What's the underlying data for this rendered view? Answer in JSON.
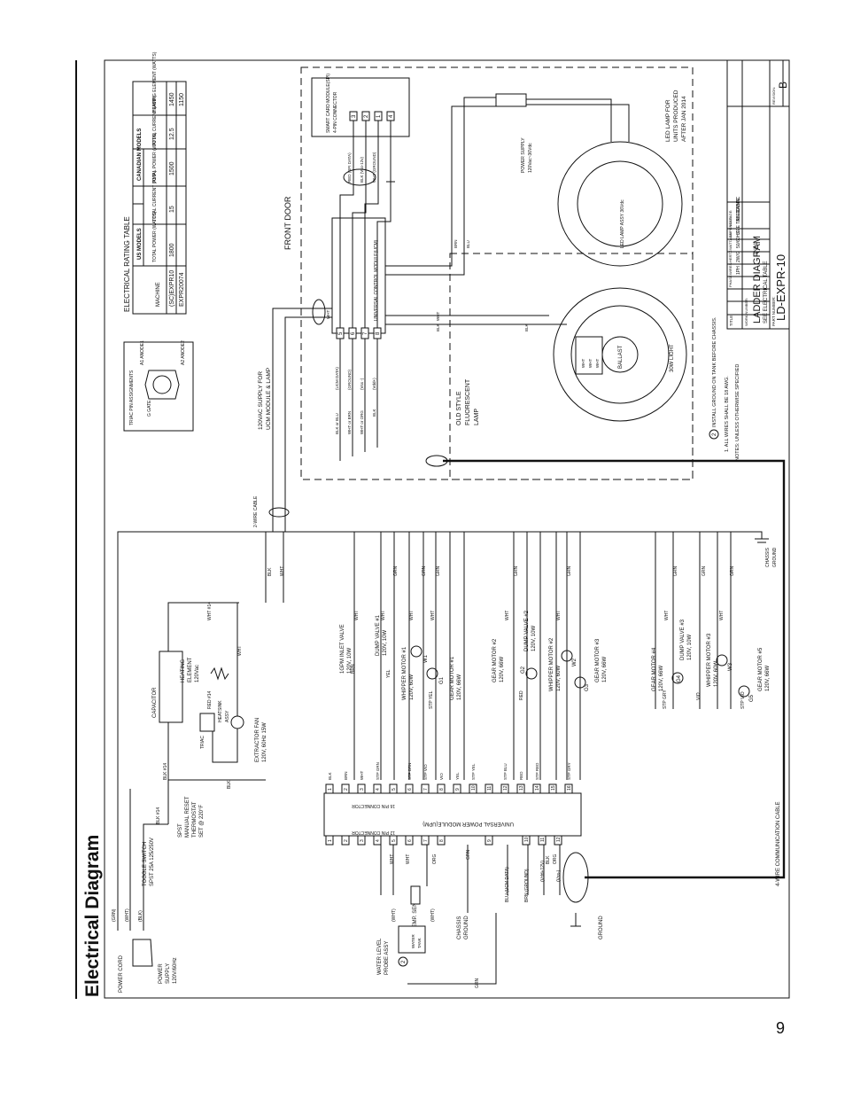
{
  "page": {
    "title": "Electrical Diagram",
    "number": "9"
  },
  "title_block": {
    "title_label": "TITLE:",
    "title": "LADDER DIAGRAM",
    "part_label": "PART NUMBER:",
    "part_number": "LD-EXPR-10",
    "rev_label": "REVISION:",
    "revision": "B",
    "status": "FINAL",
    "work_number_label": "WORK NUMBER:",
    "work_number": "SEE ELECTRICAL TABLE",
    "rows": [
      {
        "label": "VOLTAGE:",
        "value": "120VAC"
      },
      {
        "label": "AMPERAGE:",
        "value": "SEE TABLE"
      },
      {
        "label": "WATTAGE:",
        "value": "SEE TABLE"
      },
      {
        "label": "HERTZ:",
        "value": "50/60HZ"
      },
      {
        "label": "WIRES:",
        "value": "2W/G"
      },
      {
        "label": "PHASE:",
        "value": "1PH"
      }
    ]
  },
  "notes": {
    "header": "NOTES: UNLESS OTHERWISE SPECIFIED",
    "items": [
      "1.  ALL WIRES SHALL BE 18 AWG.",
      "INSTALL GROUND ON TANK BEFORE CHASSIS."
    ],
    "note2_num": "2"
  },
  "rating_table": {
    "title": "ELECTRICAL RATING TABLE",
    "us_header": "US MODELS",
    "ca_header": "CANADIAN MODELS",
    "columns": [
      "MACHINE",
      "TOTAL POWER (WATTS)",
      "TOTAL CURRENT (AMP.)",
      "TOTAL POWER (WATTS)",
      "TOTAL CURRENT (AMP.)",
      "HEATING ELEMENT (WATTS)"
    ],
    "rows": [
      [
        "(SC)EXPR10",
        "1800",
        "15",
        "1500",
        "12.5",
        "1450"
      ],
      [
        "EXPR20074",
        "",
        "",
        "",
        "",
        "1150"
      ]
    ]
  },
  "triac": {
    "title": "TRIAC PIN ASSIGNMENTS",
    "pins": [
      "A1 ANODE1",
      "A2 ANODE2",
      "G GATE"
    ]
  },
  "front_door": {
    "title": "FRONT  DOOR",
    "supply_note": [
      "120VAC  SUPPLY  FOR",
      "UCM  MODULE  &  LAMP"
    ],
    "ucm_label": "UNIVERSAL CONTROL MODULE(UCM)",
    "scm_label": [
      "SMART CARD MODULE(SPI)",
      "4-PIN CONNECTOR"
    ],
    "ucm_pins": [
      "5",
      "6",
      "7",
      "8"
    ],
    "scm_pins": [
      "3",
      "2",
      "1",
      "4"
    ],
    "ucm_wires": [
      "(UCM DATA)",
      "(GROUND)",
      "(Vss -)",
      "(Vdd+)"
    ],
    "ucm_colors": [
      "BLK or BLU",
      "WHT or BRN",
      "WHT or ORG",
      "BLK"
    ],
    "scm_wires": [
      "RED (SPI DATA)",
      "BLK (Vss-12v)",
      "WHT (GROUND)"
    ],
    "door_wires": [
      "WHT",
      "WHT",
      "BLK",
      "BLK",
      "BRN",
      "BLU"
    ],
    "old_lamp": [
      "OLD STYLE",
      "FLUORESCENT",
      "LAMP"
    ],
    "ballast": "BALLAST",
    "light_30w": "30W LIGHT",
    "led_assy": "LED  LAMP  ASSY  36Vdc",
    "power_supply": [
      "POWER   SUPPLY",
      "120Vac~36Vdc"
    ],
    "led_note": [
      "LED LAMP FOR",
      "UNITS PRODUCED",
      "AFTER JAN 2014"
    ]
  },
  "main": {
    "power_cord": "POWER CORD",
    "cord_wires": [
      "(GRN)",
      "(WHT)",
      "(BLK)"
    ],
    "power_supply": [
      "POWER",
      "SUPPLY",
      "120V/60Hz"
    ],
    "toggle_switch": [
      "TOGGLE SWITCH",
      "SPST 25A 125/250V"
    ],
    "spst": [
      "SPST",
      "MANUAL RESET",
      "THERMOSTAT",
      "SET @ 220°F"
    ],
    "blk14": [
      "BLK #14",
      "BLK #14"
    ],
    "capacitor": "CAPACITOR",
    "heating_element": [
      "HEATING",
      "ELEMENT",
      "120Vac"
    ],
    "red14": "RED #14",
    "heatsink": [
      "HEATSINK",
      "ASSY"
    ],
    "triac": "TRIAC",
    "extractor_fan": [
      "EXTRACTOR FAN",
      "120V, 60Hz 15W"
    ],
    "two_wire": "2-WIRE CABLE",
    "inlet_valve": [
      "1GPM INLET VALVE",
      "120V, 10W"
    ],
    "dump_valves": [
      [
        "DUMP VALVE #1",
        "120V, 10W"
      ],
      [
        "DUMP VALVE #2",
        "120V, 10W"
      ],
      [
        "DUMP VALVE #3",
        "120V, 10W"
      ]
    ],
    "whipper_motors": [
      [
        "WHIPPER MOTOR #1",
        "120V, 60W"
      ],
      [
        "WHIPPER MOTOR #2",
        "120V, 60W"
      ],
      [
        "WHIPPER MOTOR #3",
        "120V, 60W"
      ]
    ],
    "gear_motors": [
      [
        "GEAR MOTOR #1",
        "120V, 66W"
      ],
      [
        "GEAR MOTOR #2",
        "120V, 66W"
      ],
      [
        "GEAR MOTOR #3",
        "120V, 66W"
      ],
      [
        "GEAR MOTOR #4",
        "120V, 66W"
      ],
      [
        "GEAR MOTOR #5",
        "120V, 66W"
      ]
    ],
    "motor_codes": [
      "W1",
      "G1",
      "G2",
      "W2",
      "G3",
      "G4",
      "W3",
      "G5"
    ],
    "chassis_ground_top": [
      "CHASSIS",
      "GROUND"
    ],
    "upm": "UNIVERSAL POWER MODULE(UPM)",
    "conn16": "16 PIN CONNECTOR",
    "conn12": "12 PIN CONNECTOR",
    "upm_top_pins": [
      "1",
      "2",
      "3",
      "4",
      "5",
      "6",
      "7",
      "8",
      "9",
      "10",
      "11",
      "12",
      "13",
      "14",
      "15",
      "16"
    ],
    "upm_bottom_pins": [
      "1",
      "2",
      "3",
      "4",
      "5",
      "6",
      "7",
      "8",
      "9",
      "10",
      "11",
      "12"
    ],
    "upm_top_wires": [
      "BLK",
      "BRN",
      "WHT",
      "STP GRN",
      "STP BRN",
      "STP VIO",
      "VIO",
      "YEL",
      "STP YEL",
      "STP BLU",
      "RED",
      "STP RED",
      "STP GRY"
    ],
    "wire_colors": [
      "BLK",
      "WHT",
      "GRN",
      "GRN",
      "GRN",
      "GRN",
      "GRN",
      "GRN",
      "GRN",
      "GRN",
      "WHT",
      "WHT",
      "WHT",
      "WHT",
      "WHT",
      "WHT",
      "WHT",
      "WHT",
      "BRN",
      "YEL",
      "RED",
      "VIO",
      "STP YEL",
      "STP GRY",
      "STP VIO",
      "BLU",
      "BLU",
      "BRN",
      "BRN",
      "ORG",
      "GRN",
      "GRN"
    ],
    "temp_sensor": "TEMP. SENSOR",
    "temp_wires": [
      "(WHT)",
      "(WHT)",
      "WHT",
      "WHT",
      "ORG"
    ],
    "water_probe": [
      "WATER LEVEL",
      "PROBE ASSY"
    ],
    "water_tank": [
      "WATER",
      "TANK"
    ],
    "chassis_ground": [
      "CHASSIS",
      "GROUND"
    ],
    "comm_wires": [
      "BLU  (UCM DATA)",
      "BRN  (GROUND)",
      "(Vdd+12V)",
      "(Vss-)",
      "BLK",
      "ORG"
    ],
    "ground": "GROUND",
    "four_wire": "4-WIRE COMMUNICATION CABLE",
    "note2": "2",
    "wht14": "WHT #14",
    "n_labels": [
      "1",
      "2",
      "A1",
      "A2",
      "G"
    ]
  }
}
